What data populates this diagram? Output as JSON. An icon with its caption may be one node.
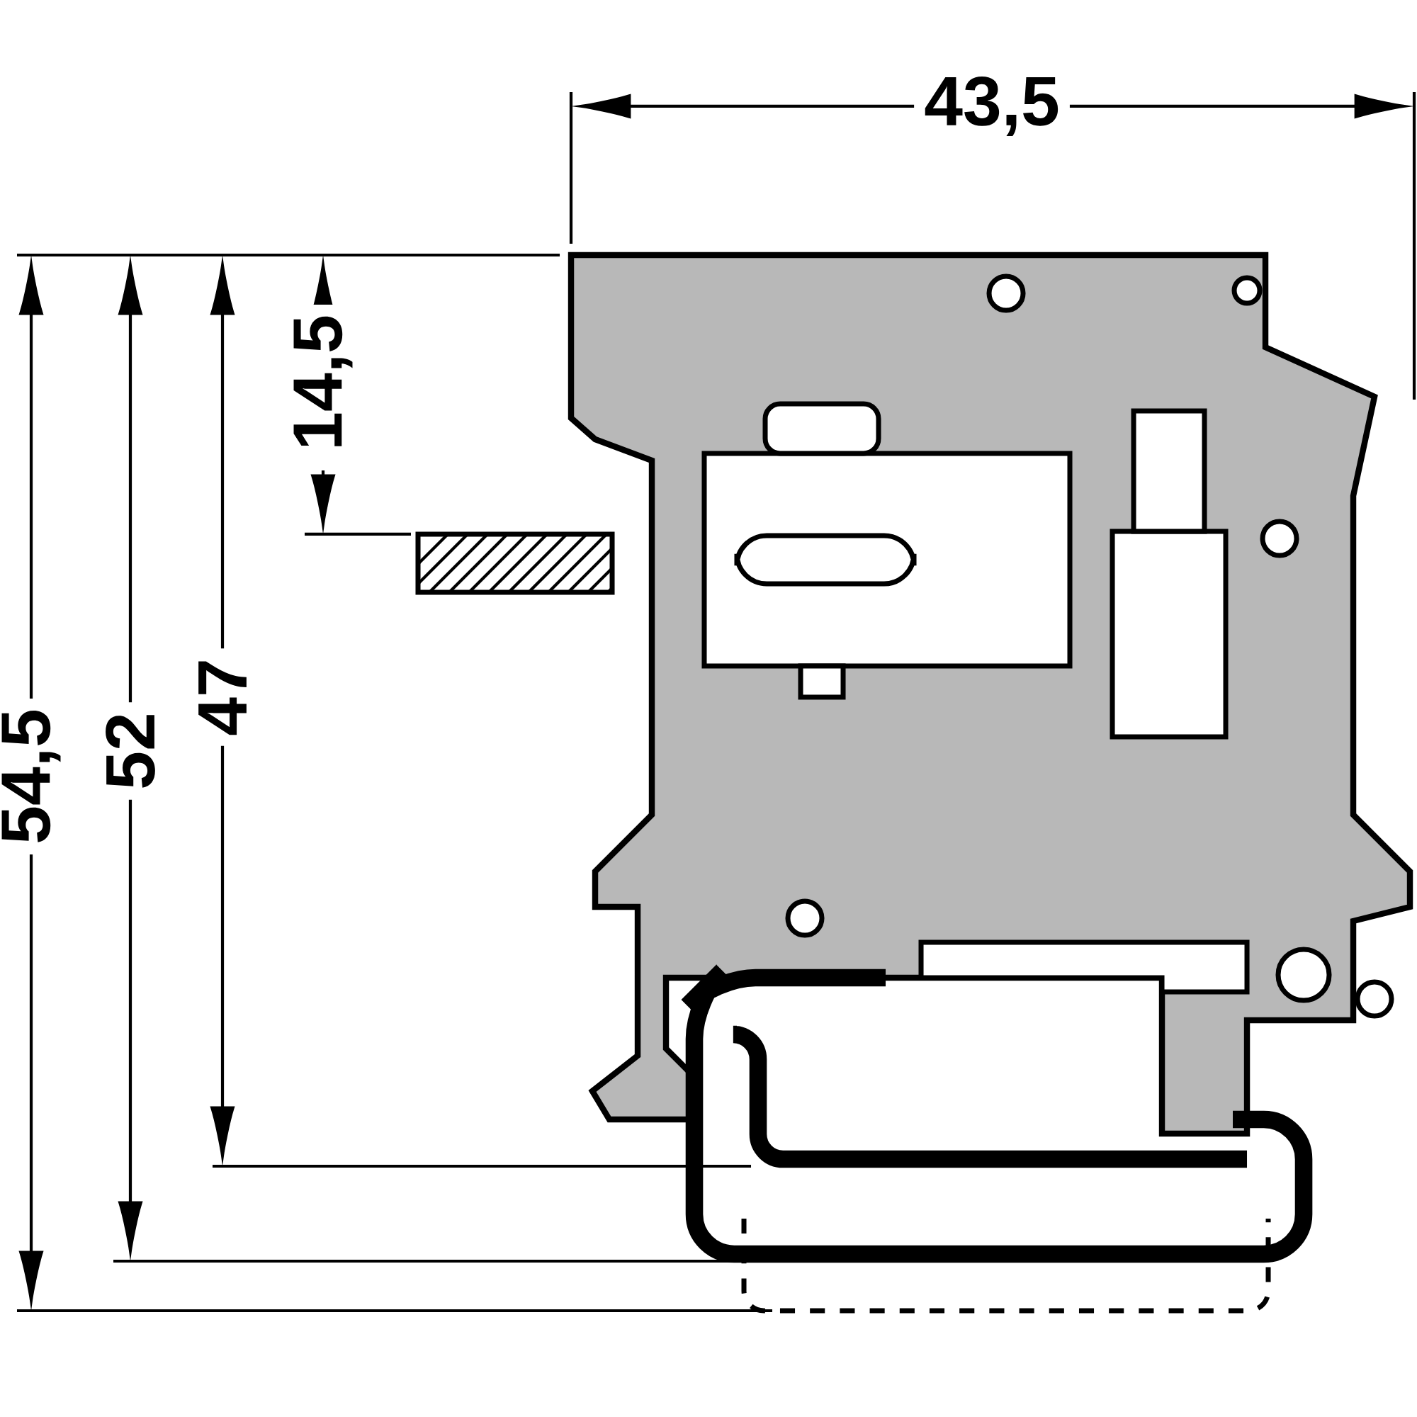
{
  "diagram": {
    "labels": [
      "43,5",
      "14,5",
      "54,5",
      "52",
      "47"
    ]
  }
}
